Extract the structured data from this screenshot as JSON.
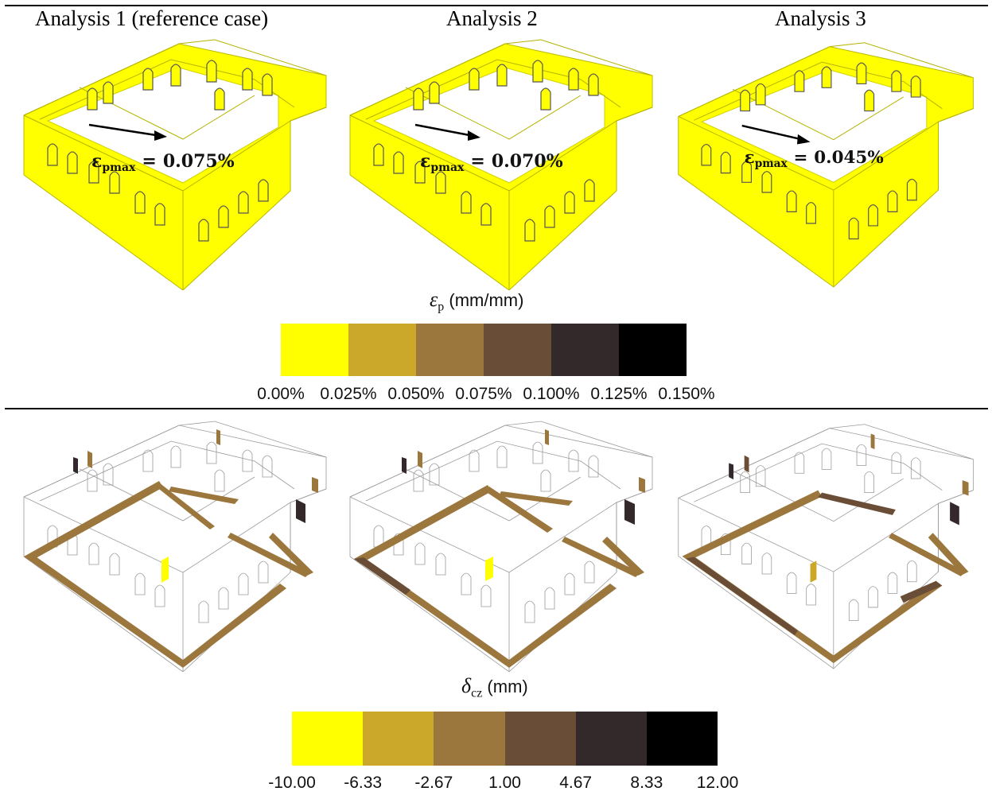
{
  "panels": [
    {
      "title": "Analysis 1 (reference case)",
      "epsilon_value": "0.075%"
    },
    {
      "title": "Analysis 2",
      "epsilon_value": "0.070%"
    },
    {
      "title": "Analysis 3",
      "epsilon_value": "0.045%"
    }
  ],
  "annotation": {
    "symbol": "ε",
    "subscript": "pmax",
    "equals": "="
  },
  "legend_plastic": {
    "symbol": "ε",
    "subscript": "p",
    "unit": "(mm/mm)",
    "colors": [
      "#ffff00",
      "#cca82a",
      "#9b763d",
      "#6a4d36",
      "#33282a",
      "#000000"
    ],
    "ticks": [
      "0.00%",
      "0.025%",
      "0.050%",
      "0.075%",
      "0.100%",
      "0.125%",
      "0.150%"
    ]
  },
  "legend_displacement": {
    "symbol": "δ",
    "subscript": "cz",
    "unit": "(mm)",
    "colors": [
      "#ffff00",
      "#cca82a",
      "#9b763d",
      "#6a4d36",
      "#33282a",
      "#000000"
    ],
    "ticks": [
      "-10.00",
      "-6.33",
      "-2.67",
      "1.00",
      "4.67",
      "8.33",
      "12.00"
    ]
  },
  "colors": {
    "building_yellow": "#ffff00",
    "edge_gray": "#9a9a9a",
    "contact_brown": "#9b763d"
  }
}
